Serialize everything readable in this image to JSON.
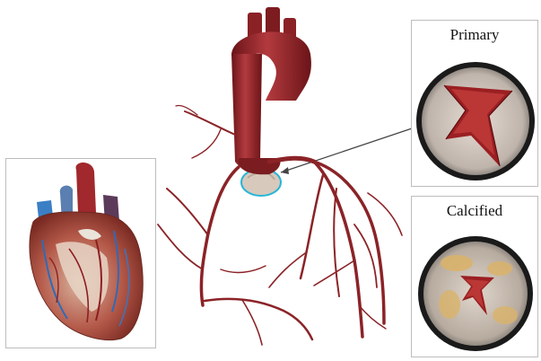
{
  "panels": {
    "primary": {
      "label": "Primary"
    },
    "calcified": {
      "label": "Calcified"
    }
  },
  "colors": {
    "aorta": "#9a2a2e",
    "aorta_dark": "#6a1418",
    "vessel": "#8b2327",
    "valve_leaflet": "#cfc5bd",
    "valve_opening": "#9b1f22",
    "calcification": "#d9b36a",
    "highlight_ring": "#27b6d6",
    "pointer_line": "#444444"
  },
  "icons": [
    "heart-illustration",
    "aorta-illustration",
    "coronary-tree-illustration",
    "valve-primary-icon",
    "valve-calcified-icon"
  ]
}
